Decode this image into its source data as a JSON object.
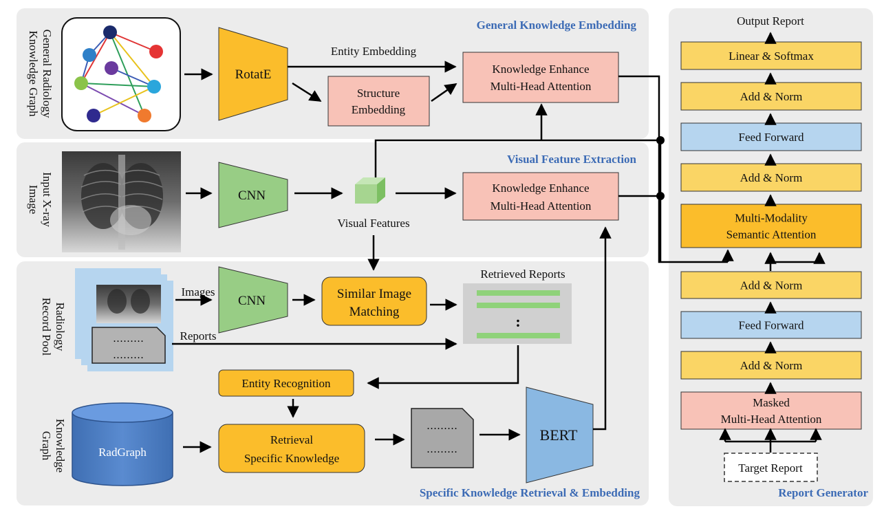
{
  "colors": {
    "panel": "#ececec",
    "yellow": "#fad565",
    "orange": "#fbbd2b",
    "pink": "#f8c2b7",
    "blue": "#b6d5ef",
    "green": "#98cd85",
    "bert_blue": "#8ab8e2",
    "cylinder_blue": "#4e7fc4",
    "title_blue": "#3c6bb5"
  },
  "sections": {
    "general": "General Knowledge Embedding",
    "visual": "Visual Feature Extraction",
    "specific": "Specific Knowledge Retrieval & Embedding",
    "report": "Report  Generator"
  },
  "side_labels": {
    "graph": [
      "General Radiology",
      "Knowledge Graph"
    ],
    "xray": [
      "Input X-ray",
      "Image"
    ],
    "pool": [
      "Radiology",
      "Record Pool"
    ],
    "kg": [
      "Knowledge",
      "Graph"
    ]
  },
  "general": {
    "rotate": "RotatE",
    "entity_embedding": "Entity Embedding",
    "structure_embedding": [
      "Structure",
      "Embedding"
    ],
    "attention": [
      "Knowledge Enhance",
      "Multi-Head Attention"
    ]
  },
  "visual": {
    "cnn": "CNN",
    "visual_features": "Visual Features",
    "attention": [
      "Knowledge Enhance",
      "Multi-Head Attention"
    ]
  },
  "specific": {
    "images": "Images",
    "reports": "Reports",
    "cnn": "CNN",
    "matching": [
      "Similar Image",
      "Matching"
    ],
    "retrieved_reports": "Retrieved Reports",
    "ellipsis": ":",
    "entity_recognition": "Entity Recognition",
    "radgraph": "RadGraph",
    "retrieval": [
      "Retrieval",
      "Specific Knowledge"
    ],
    "bert": "BERT",
    "dots": "........."
  },
  "generator": {
    "output": "Output Report",
    "target": "Target Report",
    "blocks": [
      {
        "name": "linear-softmax-block",
        "lines": [
          "Linear & Softmax"
        ],
        "color": "yellow"
      },
      {
        "name": "add-norm-3-block",
        "lines": [
          "Add & Norm"
        ],
        "color": "yellow"
      },
      {
        "name": "feed-forward-2-block",
        "lines": [
          "Feed Forward"
        ],
        "color": "blue"
      },
      {
        "name": "add-norm-2-block",
        "lines": [
          "Add & Norm"
        ],
        "color": "yellow"
      },
      {
        "name": "multi-modality-attention-block",
        "lines": [
          "Multi-Modality",
          "Semantic Attention"
        ],
        "color": "orange"
      },
      {
        "name": "add-norm-1b-block",
        "lines": [
          "Add & Norm"
        ],
        "color": "yellow"
      },
      {
        "name": "feed-forward-1-block",
        "lines": [
          "Feed Forward"
        ],
        "color": "blue"
      },
      {
        "name": "add-norm-1a-block",
        "lines": [
          "Add & Norm"
        ],
        "color": "yellow"
      },
      {
        "name": "masked-attention-block",
        "lines": [
          "Masked",
          "Multi-Head Attention"
        ],
        "color": "pink"
      }
    ]
  }
}
